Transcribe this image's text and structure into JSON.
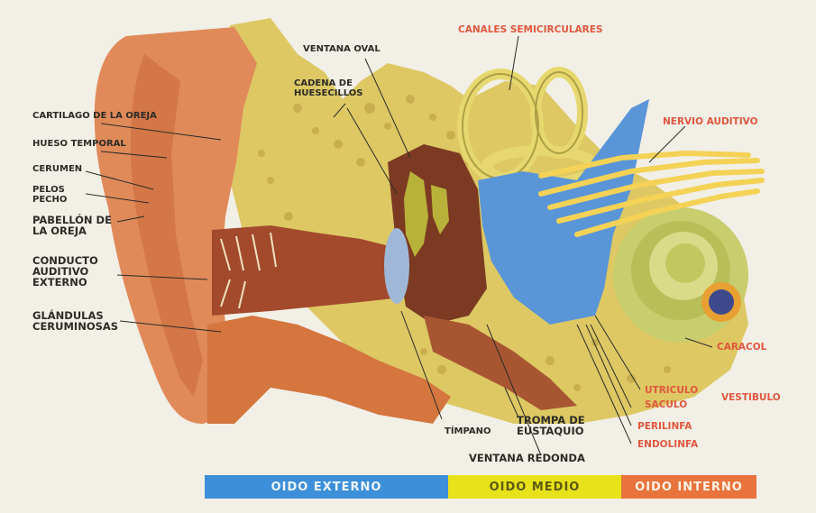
{
  "colors": {
    "external_band": "#3c8fd8",
    "middle_band": "#e8e21a",
    "inner_band": "#e8733c",
    "skin": "#e08a5a",
    "bone": "#ddc864",
    "canals": "#e6d86e",
    "nerve": "#f3d256",
    "vestibule": "#5a95d8",
    "cochlea": "#c8cd6e",
    "label_dark": "#2c2b26",
    "label_red": "#e0573e"
  },
  "labels": {
    "cartilago": "CARTILAGO DE LA OREJA",
    "hueso_temporal": "HUESO TEMPORAL",
    "cerumen": "CERUMEN",
    "pelos_pecho": "PELOS PECHO",
    "pabellon": "PABELLÓN DE LA OREJA",
    "conducto": "CONDUCTO AUDITIVO EXTERNO",
    "glandulas": "GLÁNDULAS CERUMINOSAS",
    "ventana_oval": "VENTANA OVAL",
    "cadena": "CADENA DE HUESECILLOS",
    "canales": "CANALES SEMICIRCULARES",
    "nervio": "NERVIO AUDITIVO",
    "caracol": "CARACOL",
    "utriculo": "UTRICULO",
    "saculo": "SACULO",
    "vestibulo": "VESTIBULO",
    "perilinfa": "PERILINFA",
    "endolinfa": "ENDOLINFA",
    "timpano": "TÍMPANO",
    "trompa": "TROMPA DE EUSTAQUIO",
    "ventana_redonda": "VENTANA REDONDA"
  },
  "bands": {
    "externo": "OIDO EXTERNO",
    "medio": "OIDO MEDIO",
    "interno": "OIDO INTERNO"
  }
}
